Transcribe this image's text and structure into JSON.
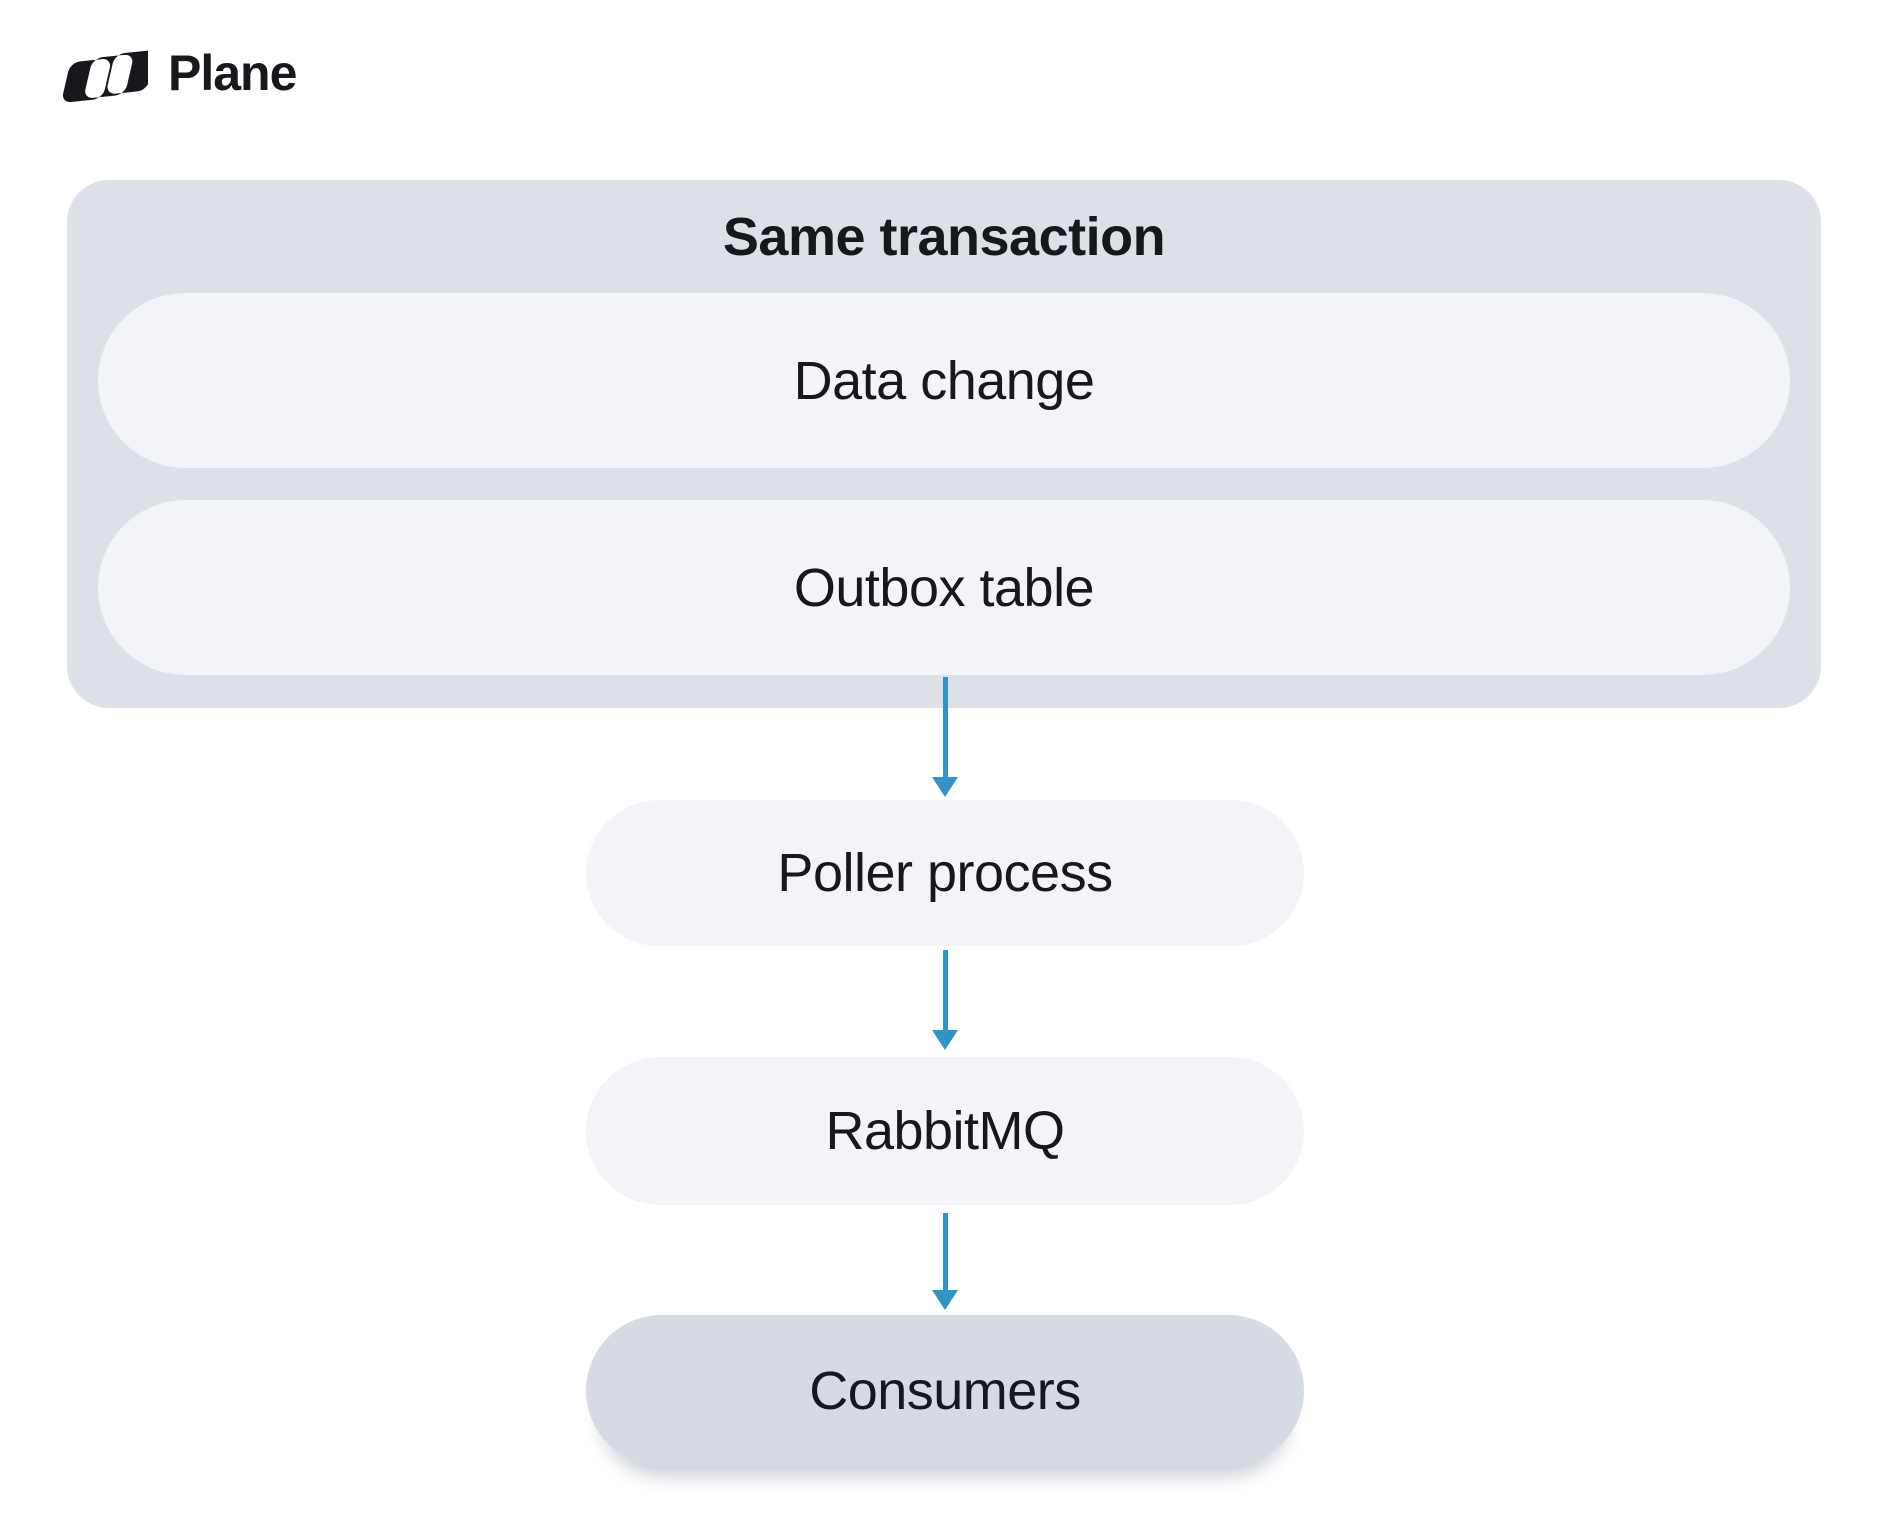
{
  "brand": {
    "wordmark": "Plane",
    "logo_icon": "plane-logo-icon"
  },
  "diagram": {
    "group": {
      "title": "Same transaction",
      "nodes": [
        {
          "id": "data-change",
          "label": "Data change"
        },
        {
          "id": "outbox-table",
          "label": "Outbox table"
        }
      ]
    },
    "flow_nodes": [
      {
        "id": "poller-process",
        "label": "Poller process"
      },
      {
        "id": "rabbitmq",
        "label": "RabbitMQ"
      },
      {
        "id": "consumers",
        "label": "Consumers"
      }
    ],
    "edges": [
      {
        "from": "Outbox table",
        "to": "Poller process"
      },
      {
        "from": "Poller process",
        "to": "RabbitMQ"
      },
      {
        "from": "RabbitMQ",
        "to": "Consumers"
      }
    ],
    "colors": {
      "canvas": "#ffffff",
      "group_bg": "#dde0e7",
      "node_bg": "#f3f4f8",
      "terminal_node_bg": "#d6dae2",
      "arrow": "#3094c8",
      "text": "#17181c"
    }
  }
}
